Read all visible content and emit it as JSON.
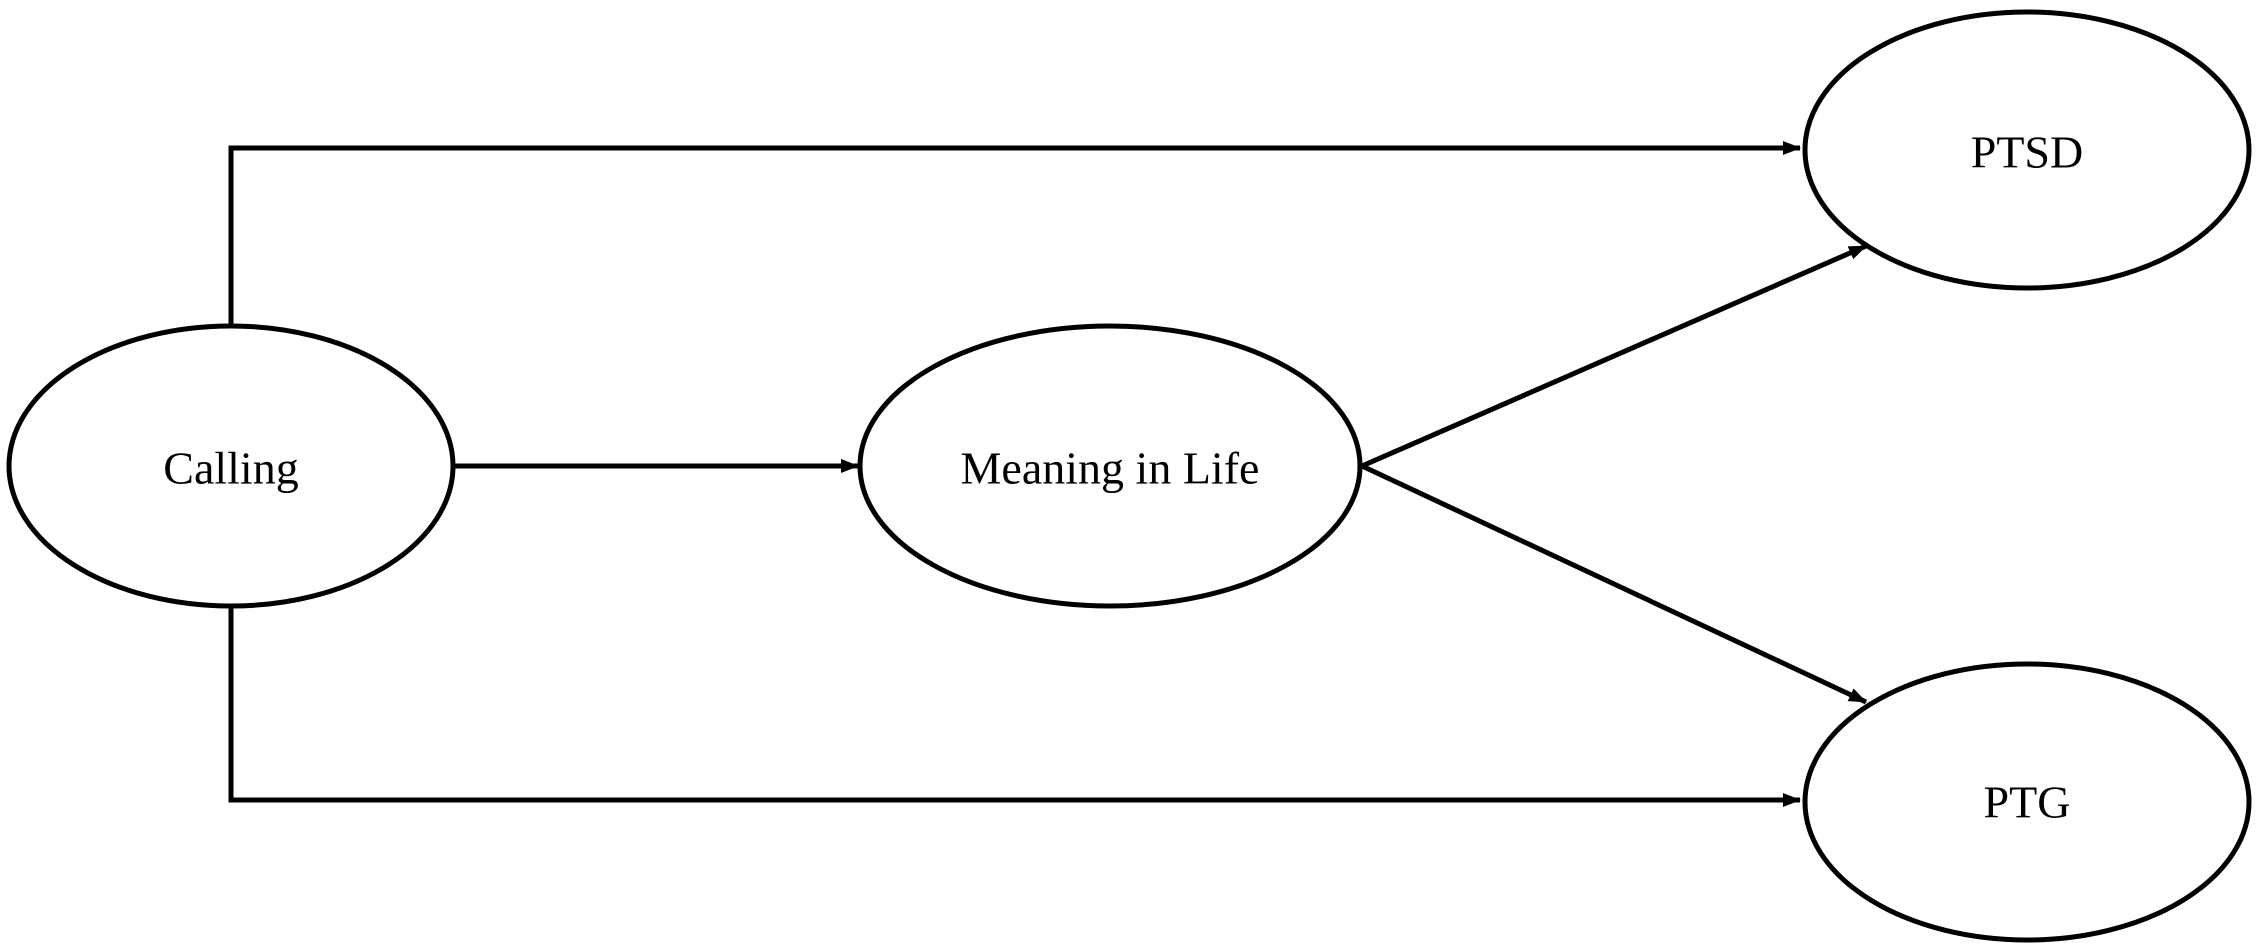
{
  "diagram": {
    "nodes": {
      "calling": {
        "label": "Calling"
      },
      "meaning": {
        "label": "Meaning in Life"
      },
      "ptsd": {
        "label": "PTSD"
      },
      "ptg": {
        "label": "PTG"
      }
    },
    "edges": [
      {
        "from": "calling",
        "to": "meaning"
      },
      {
        "from": "calling",
        "to": "ptsd"
      },
      {
        "from": "calling",
        "to": "ptg"
      },
      {
        "from": "meaning",
        "to": "ptsd"
      },
      {
        "from": "meaning",
        "to": "ptg"
      }
    ]
  }
}
